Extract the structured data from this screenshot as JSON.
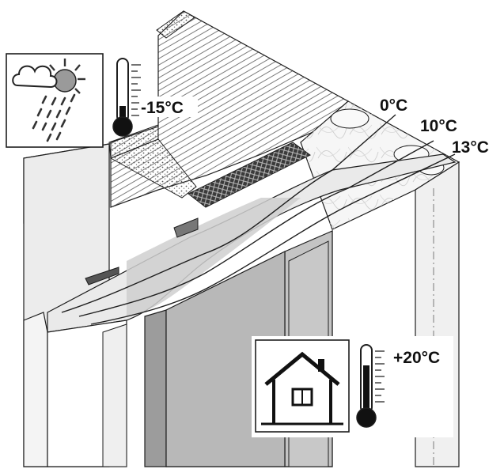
{
  "isotherms": [
    {
      "label": "0°C"
    },
    {
      "label": "10°C"
    },
    {
      "label": "13°C"
    }
  ],
  "outside": {
    "temperature": "-15°C",
    "weather_icon": "cloud-sun-rain-icon",
    "thermometer_icon": "thermometer-icon",
    "thermometer_fill_fraction": 0.25
  },
  "inside": {
    "temperature": "+20°C",
    "house_icon": "house-icon",
    "thermometer_icon": "thermometer-icon",
    "thermometer_fill_fraction": 0.7
  },
  "colors": {
    "line": "#1e1e1e",
    "wall_front": "#e8e8e8",
    "wall_dark": "#9c9c9c",
    "wall_mid": "#c4c4c4",
    "insulation": "#f2f2f2",
    "warm_band": "#d2d2d2",
    "mercury": "#111111"
  }
}
